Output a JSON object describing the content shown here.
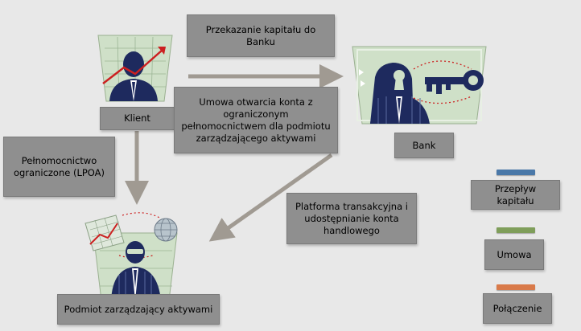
{
  "boxes": {
    "capital_transfer": "Przekazanie kapitału do Banku",
    "client": "Klient",
    "account_agreement": "Umowa otwarcia konta z ograniczonym pełnomocnictwem dla podmiotu zarządzającego aktywami",
    "lpoa": "Pełnomocnictwo ograniczone (LPOA)",
    "bank": "Bank",
    "platform": "Platforma transakcyjna i udostępnianie konta handlowego",
    "asset_manager": "Podmiot zarządzający aktywami"
  },
  "legend": {
    "capital_flow": {
      "label": "Przepływ kapitału",
      "color": "#4a78a8"
    },
    "agreement": {
      "label": "Umowa",
      "color": "#7f9e5a"
    },
    "connection": {
      "label": "Połączenie",
      "color": "#d97a4a"
    }
  },
  "colors": {
    "arrow": "#a09a92",
    "box": "#8f8f8f",
    "icon_green": "#cfe0c8",
    "icon_navy": "#1e2a5e"
  },
  "icons": {
    "client": "businessman-growth-chart-icon",
    "bank": "businessman-keyhole-key-icon",
    "asset_manager": "businessman-globe-chart-icon"
  }
}
